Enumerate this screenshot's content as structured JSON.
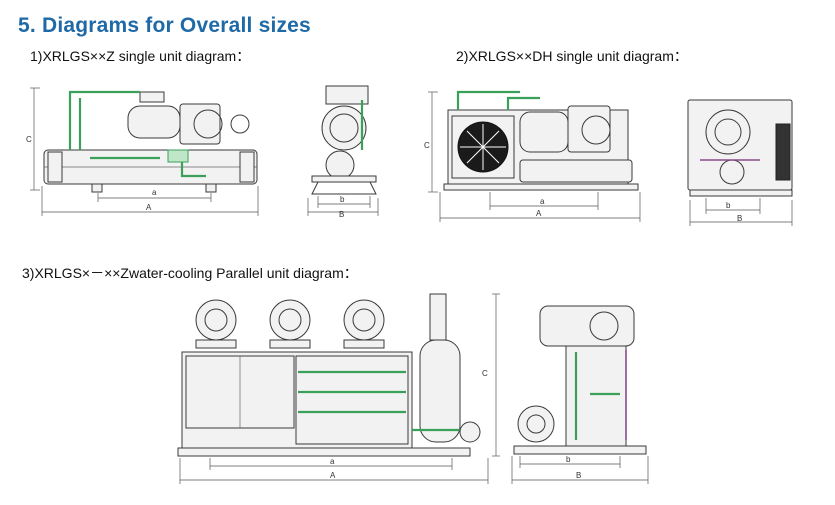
{
  "heading": "5. Diagrams for Overall sizes",
  "captions": {
    "d1": "1)XRLGS××Z single unit diagram：",
    "d2": "2)XRLGS××DH single unit diagram：",
    "d3": "3)XRLGS×－××Zwater-cooling Parallel unit diagram："
  },
  "dims": {
    "a": "a",
    "A": "A",
    "b": "b",
    "B": "B",
    "C": "C"
  },
  "colors": {
    "heading": "#1f6aa6",
    "pipe": "#3aa05a"
  }
}
